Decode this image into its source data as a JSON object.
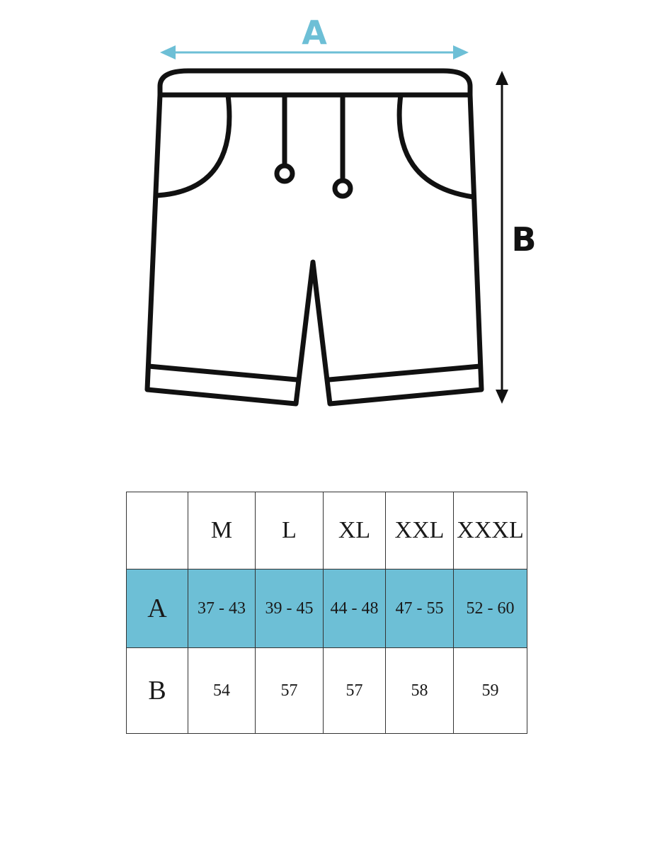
{
  "dimension_labels": {
    "width": "A",
    "length": "B"
  },
  "colors": {
    "accent": "#6dbfd6",
    "outline": "#111111",
    "grid": "#333333"
  },
  "size_table": {
    "header": [
      "",
      "M",
      "L",
      "XL",
      "XXL",
      "XXXL"
    ],
    "rows": [
      {
        "label": "A",
        "values": [
          "37 - 43",
          "39 - 45",
          "44 - 48",
          "47 - 55",
          "52 - 60"
        ]
      },
      {
        "label": "B",
        "values": [
          "54",
          "57",
          "57",
          "58",
          "59"
        ]
      }
    ]
  }
}
